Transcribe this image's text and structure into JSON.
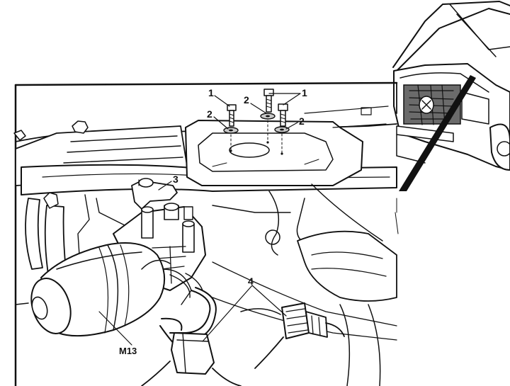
{
  "callouts": {
    "bolt_left": "1",
    "bolt_right": "1",
    "washer_mid": "2",
    "washer_left": "2",
    "washer_right": "2",
    "bracket": "3",
    "connector": "4"
  },
  "component_label": "M13"
}
